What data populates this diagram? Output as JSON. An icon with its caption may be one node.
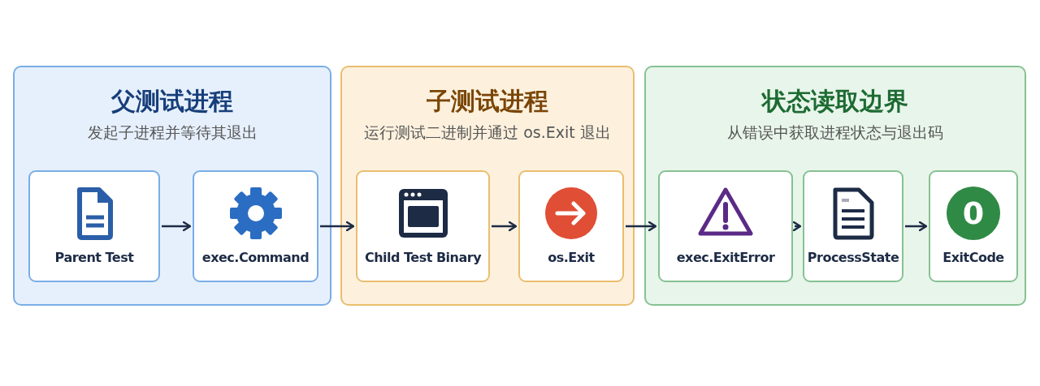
{
  "diagram": {
    "nodes": [
      {
        "text": [
          "父测试进程",
          "发起子进程并等待其退出"
        ]
      },
      {
        "text": [
          "Parent Test"
        ],
        "in": 0
      },
      {
        "text": [
          "exec.Command"
        ],
        "in": 0
      },
      {
        "text": [
          "子测试进程",
          "运行测试二进制并通过 os.Exit 退出"
        ]
      },
      {
        "text": [
          "Child Test Binary"
        ],
        "in": 3
      },
      {
        "text": [
          "os.Exit"
        ],
        "in": 3
      },
      {
        "text": [
          "状态读取边界",
          "从错误中获取进程状态与退出码"
        ]
      },
      {
        "text": [
          "exec.ExitError"
        ],
        "in": 6
      },
      {
        "text": [
          "ProcessState"
        ],
        "in": 6
      },
      {
        "text": [
          "ExitCode"
        ],
        "in": 6
      }
    ],
    "edges": [
      {
        "from": 1,
        "to": 2,
        "arrow": "to"
      },
      {
        "from": 2,
        "to": 4,
        "arrow": "to"
      },
      {
        "from": 4,
        "to": 5,
        "arrow": "to"
      },
      {
        "from": 5,
        "to": 7,
        "arrow": "to"
      },
      {
        "from": 7,
        "to": 8,
        "arrow": "to"
      },
      {
        "from": 8,
        "to": 9,
        "arrow": "to"
      }
    ],
    "labels": [
      "0"
    ]
  }
}
